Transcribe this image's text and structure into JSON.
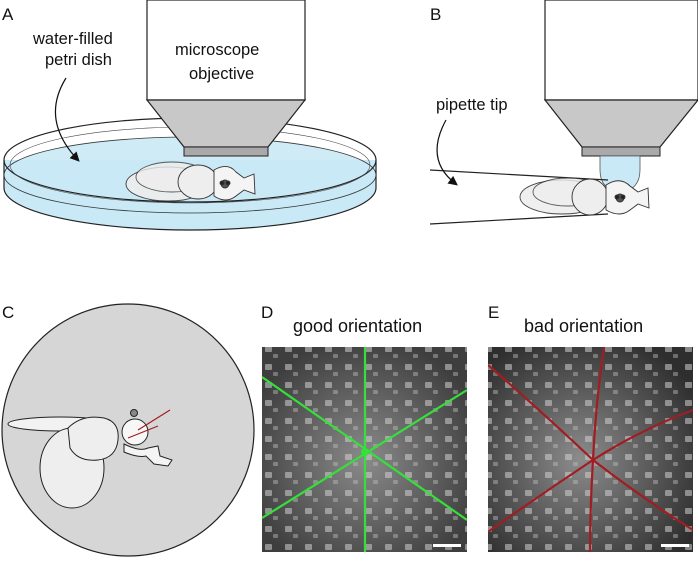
{
  "panels": {
    "a": {
      "letter": "A",
      "dish_label_line1": "water-filled",
      "dish_label_line2": "petri dish",
      "objective_label_line1": "microscope",
      "objective_label_line2": "objective"
    },
    "b": {
      "letter": "B",
      "pipette_label": "pipette tip"
    },
    "c": {
      "letter": "C"
    },
    "d": {
      "letter": "D",
      "title": "good orientation",
      "grid_color": "#35e03a"
    },
    "e": {
      "letter": "E",
      "title": "bad orientation",
      "grid_color": "#a11d22"
    }
  },
  "colors": {
    "water": "#c9e9f6",
    "glass_outline": "#222222",
    "objective_gray": "#c8c8c8",
    "fly_fill": "#eeeeee",
    "disc_gray": "#d6d6d6"
  }
}
